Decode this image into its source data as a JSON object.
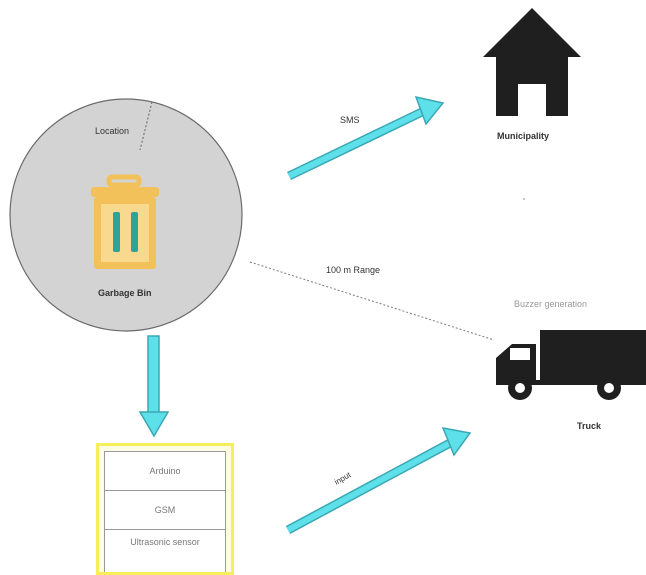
{
  "nodes": {
    "bin": {
      "label": "Garbage Bin",
      "location_label": "Location"
    },
    "municipality": {
      "label": "Municipality"
    },
    "truck": {
      "label": "Truck",
      "status_label": "Buzzer generation"
    },
    "hardware": {
      "items": [
        "Arduino",
        "GSM",
        "Ultrasonic sensor"
      ]
    }
  },
  "edges": {
    "sms": "SMS",
    "range": "100 m Range",
    "input": "input"
  },
  "colors": {
    "bin_fill": "#d3d3d3",
    "trash_icon": "#f2c15a",
    "trash_bars": "#2aa596",
    "arrow": "#5ee0ea",
    "box_border": "#f7ef5a",
    "icon_dark": "#1f1f1f"
  },
  "icons": [
    "trash-icon",
    "house-icon",
    "truck-icon"
  ]
}
